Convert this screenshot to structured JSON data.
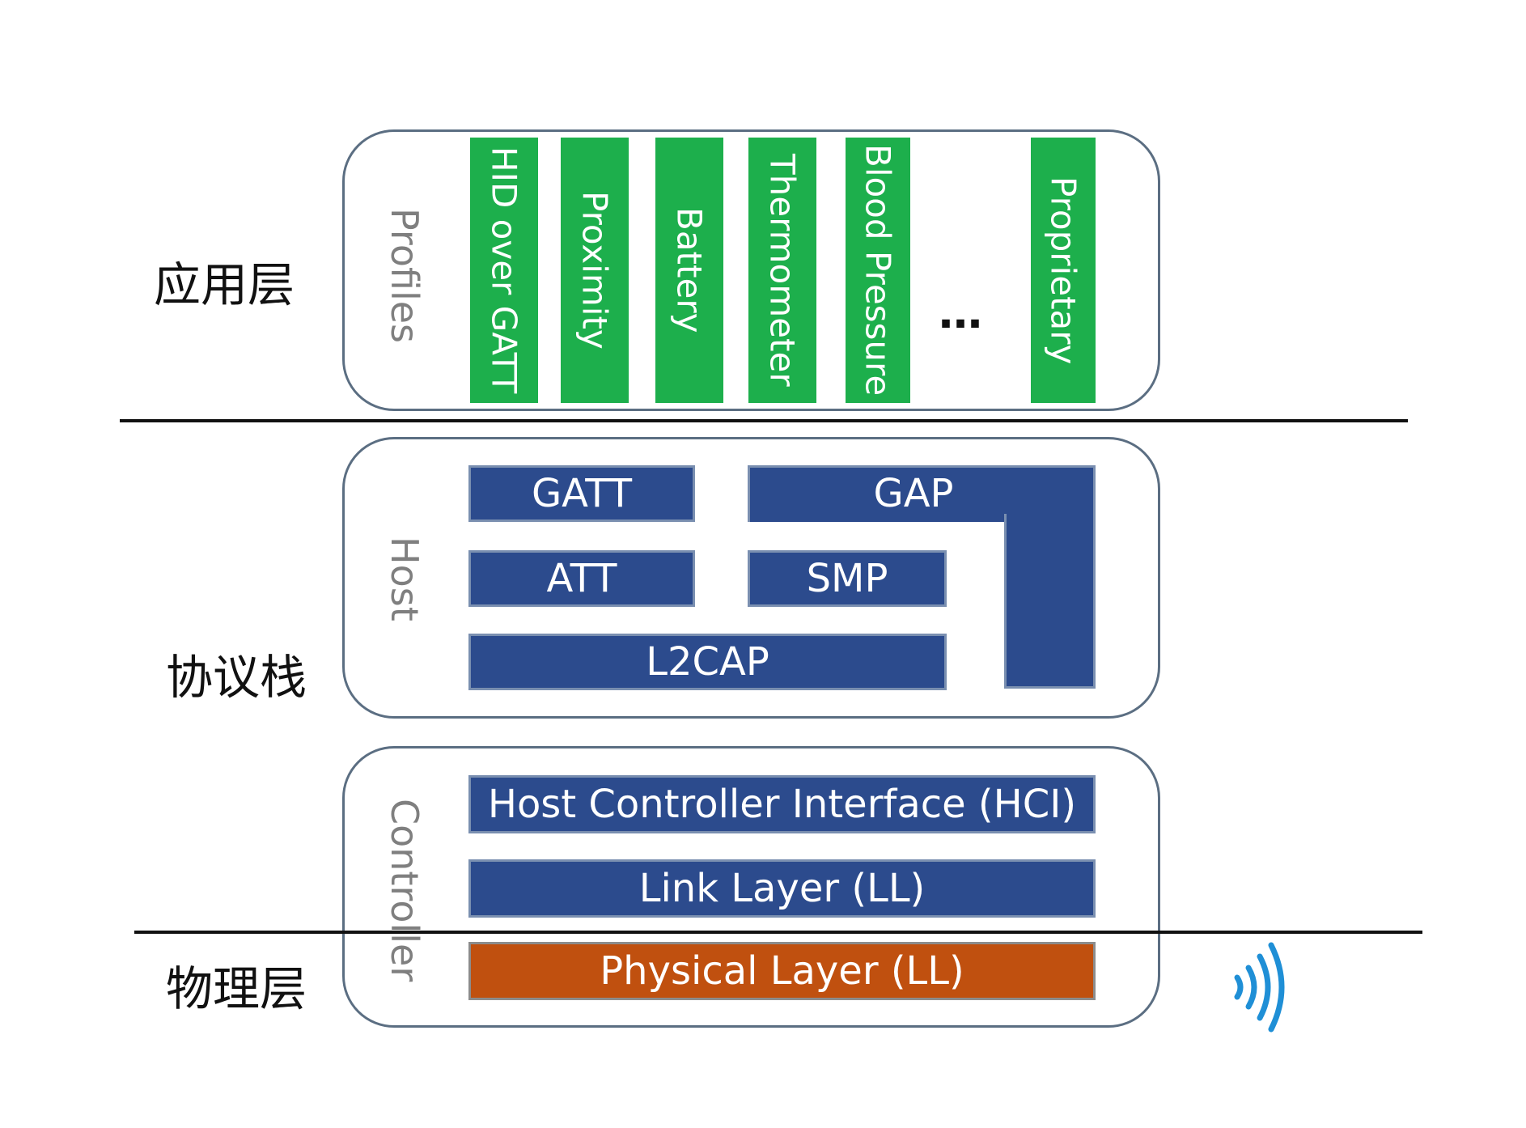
{
  "layers": {
    "application": "应用层",
    "protocol_stack": "协议栈",
    "physical": "物理层"
  },
  "groups": {
    "profiles": "Profiles",
    "host": "Host",
    "controller": "Controller"
  },
  "profiles": [
    "HID over GATT",
    "Proximity",
    "Battery",
    "Thermometer",
    "Blood Pressure",
    "Proprietary"
  ],
  "ellipsis": "…",
  "host_blocks": {
    "gatt": "GATT",
    "gap": "GAP",
    "att": "ATT",
    "smp": "SMP",
    "l2cap": "L2CAP"
  },
  "controller_blocks": {
    "hci": "Host Controller Interface (HCI)",
    "ll": "Link  Layer (LL)",
    "phy": "Physical  Layer (LL)"
  },
  "colors": {
    "profile_green": "#1daf4c",
    "block_blue": "#2c4b8d",
    "physical_orange": "#c0500f",
    "wireless_blue": "#1f8fd6"
  },
  "icons": {
    "wireless": "wireless-signal-icon"
  }
}
